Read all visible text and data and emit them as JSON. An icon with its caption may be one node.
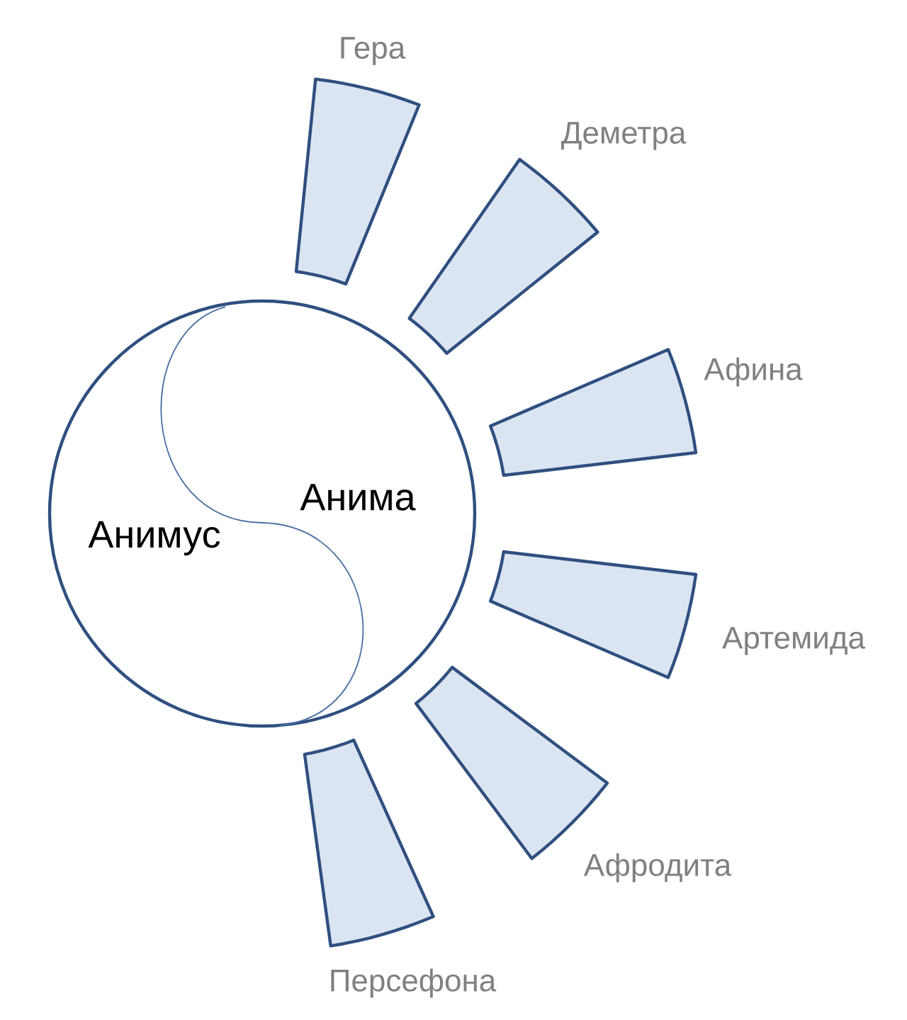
{
  "diagram": {
    "nodes": [
      {
        "text": [
          "Анимус",
          "Анима"
        ]
      },
      {
        "text": [
          "Гера"
        ]
      },
      {
        "text": [
          "Деметра"
        ]
      },
      {
        "text": [
          "Афина"
        ]
      },
      {
        "text": [
          "Артемида"
        ]
      },
      {
        "text": [
          "Афродита"
        ]
      },
      {
        "text": [
          "Персефона"
        ]
      }
    ]
  }
}
